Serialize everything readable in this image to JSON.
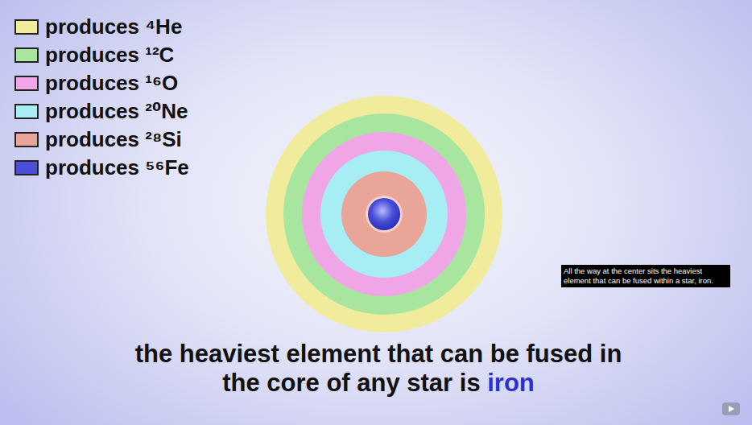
{
  "diagram": {
    "caption": "the heaviest element that can be fused in the core of any star is iron",
    "labels": [
      "All the way at the center sits the heaviest element that can be fused within a star, iron."
    ],
    "legend": [
      {
        "text": "produces ⁴He",
        "color": "#f1ec9c"
      },
      {
        "text": "produces ¹²C",
        "color": "#a8e6a0"
      },
      {
        "text": "produces ¹⁶O",
        "color": "#f0a6e6"
      },
      {
        "text": "produces ²⁰Ne",
        "color": "#a6eef4"
      },
      {
        "text": "produces ²⁸Si",
        "color": "#e8a598"
      },
      {
        "text": "produces ⁵⁶Fe",
        "color": "#4a4fd8"
      }
    ]
  }
}
